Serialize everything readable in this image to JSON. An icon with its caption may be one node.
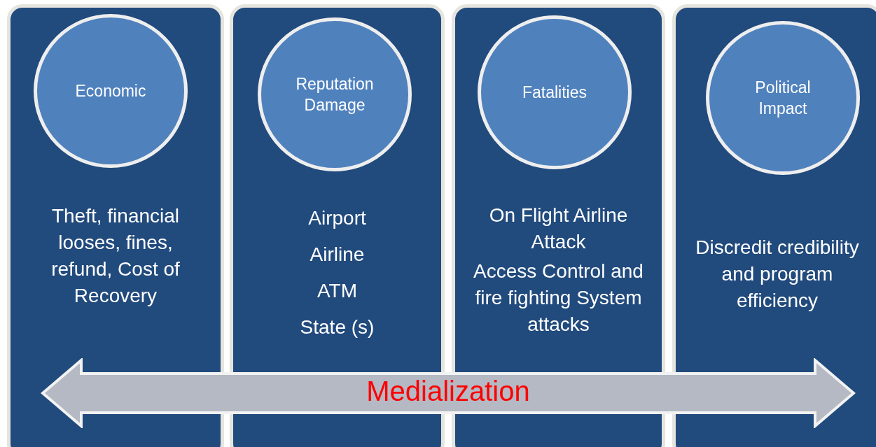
{
  "diagram": {
    "nodes": [
      {
        "text": [
          "Theft, financial looses, fines, refund, Cost of Recovery"
        ]
      },
      {
        "text": [
          "Economic"
        ],
        "in": 0
      },
      {
        "text": [
          "Airport",
          "Airline",
          "ATM",
          "State (s)"
        ]
      },
      {
        "text": [
          "Reputation Damage"
        ],
        "in": 2
      },
      {
        "text": [
          "On Flight Airline Attack",
          "Access Control and fire fighting System attacks"
        ]
      },
      {
        "text": [
          "Fatalities"
        ],
        "in": 4
      },
      {
        "text": [
          "Discredit credibility and program efficiency"
        ]
      },
      {
        "text": [
          "Political Impact"
        ],
        "in": 6
      },
      {
        "text": [
          "Medialization"
        ]
      }
    ]
  }
}
